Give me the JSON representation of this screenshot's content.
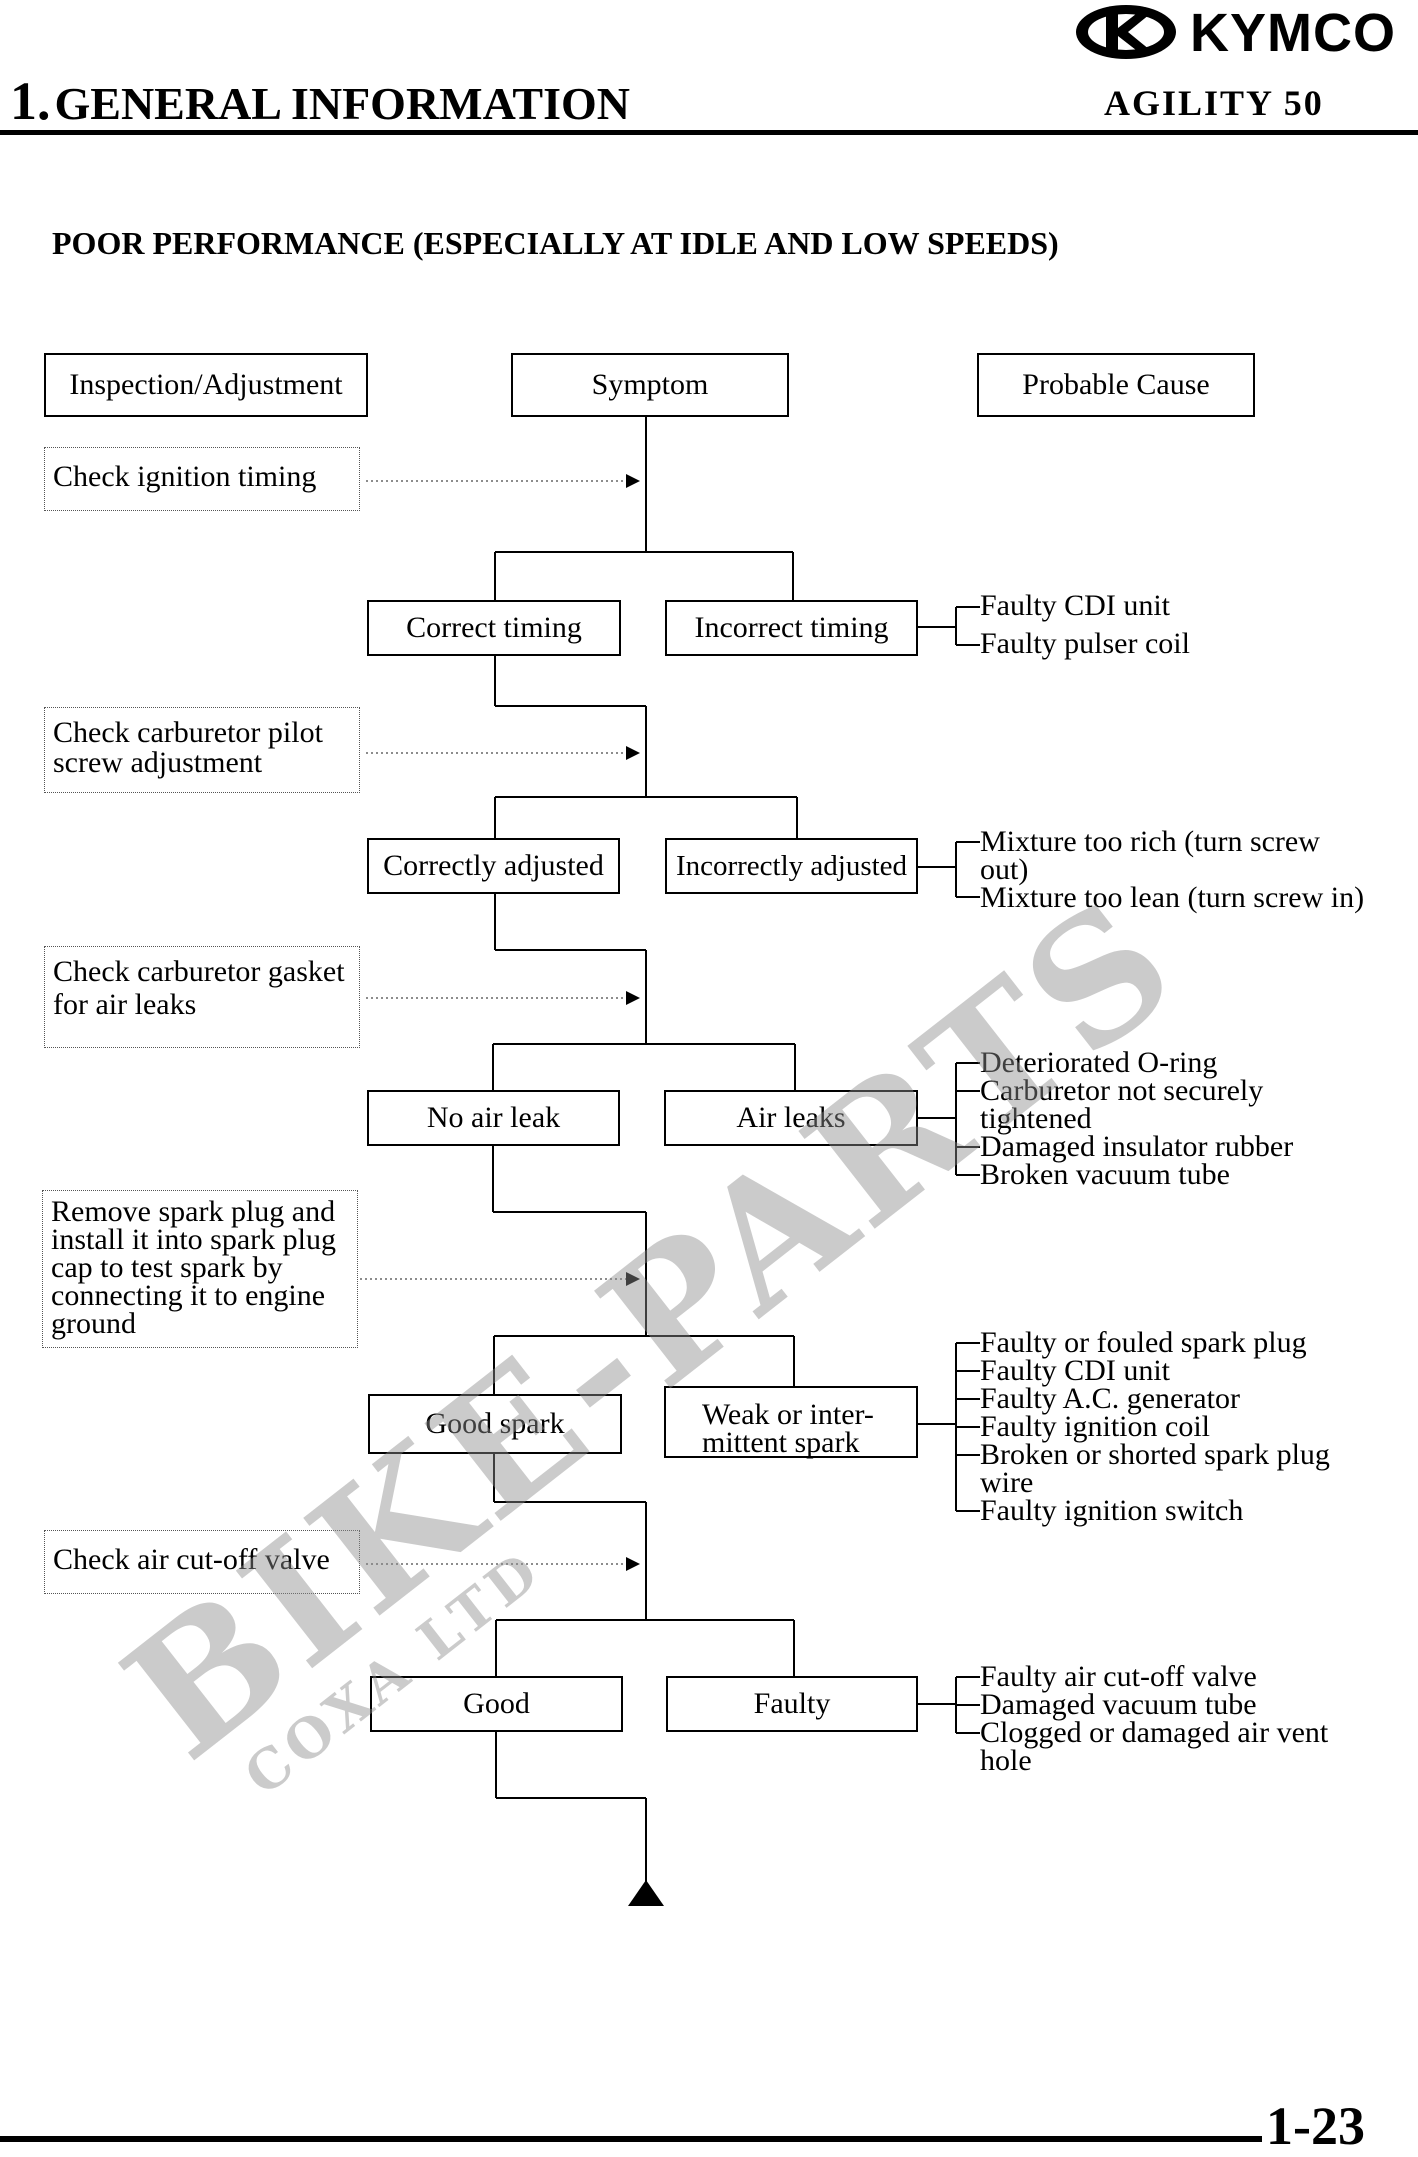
{
  "header": {
    "brand": "KYMCO",
    "section": "1. GENERAL INFORMATION",
    "section_num": "1.",
    "section_title": "GENERAL INFORMATION",
    "model": "AGILITY 50"
  },
  "page_title": "POOR PERFORMANCE (ESPECIALLY AT IDLE AND LOW SPEEDS)",
  "columns": {
    "inspection": "Inspection/Adjustment",
    "symptom": "Symptom",
    "cause": "Probable Cause"
  },
  "steps": [
    {
      "check": "Check ignition timing",
      "ok": "Correct timing",
      "bad": "Incorrect timing",
      "causes": [
        "Faulty CDI unit",
        "Faulty pulser coil"
      ]
    },
    {
      "check_lines": [
        "Check carburetor pilot",
        "screw adjustment"
      ],
      "ok": "Correctly adjusted",
      "bad": "Incorrectly adjusted",
      "causes": [
        "Mixture too rich (turn screw",
        "out)",
        "Mixture too lean (turn screw in)"
      ]
    },
    {
      "check_lines": [
        "Check carburetor gasket",
        "for air leaks"
      ],
      "ok": "No air leak",
      "bad": "Air leaks",
      "causes": [
        "Deteriorated O-ring",
        "Carburetor not securely",
        "tightened",
        "Damaged insulator rubber",
        "Broken vacuum tube"
      ]
    },
    {
      "check_lines": [
        "Remove spark plug and",
        "install it into spark plug",
        "cap to test spark by",
        "connecting it to engine",
        "ground"
      ],
      "ok": "Good spark",
      "bad_lines": [
        "Weak or inter-",
        "mittent spark"
      ],
      "causes": [
        "Faulty or fouled spark plug",
        "Faulty CDI unit",
        "Faulty A.C. generator",
        "Faulty ignition coil",
        "Broken or shorted spark plug",
        "wire",
        "Faulty ignition switch"
      ]
    },
    {
      "check": "Check air cut-off valve",
      "ok": "Good",
      "bad": "Faulty",
      "causes": [
        "Faulty air cut-off valve",
        "Damaged vacuum tube",
        "Clogged or damaged air vent",
        "hole"
      ]
    }
  ],
  "watermark": "BIKE-PARTS",
  "watermark_sub": "COXA LTD",
  "page_number": "1-23"
}
